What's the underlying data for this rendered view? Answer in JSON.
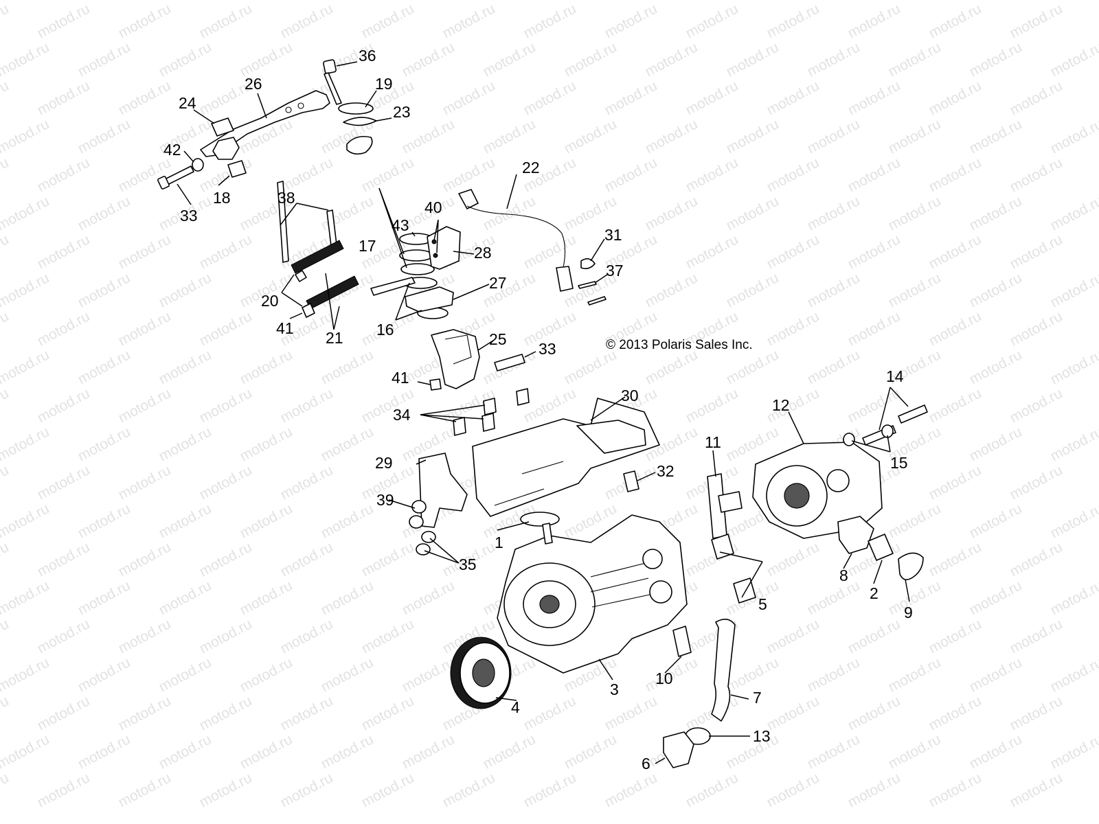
{
  "watermark": "motod.ru",
  "copyright": "© 2013 Polaris Sales Inc.",
  "callouts": {
    "c1": "1",
    "c2": "2",
    "c3": "3",
    "c4": "4",
    "c5": "5",
    "c6": "6",
    "c7": "7",
    "c8": "8",
    "c9": "9",
    "c10": "10",
    "c11": "11",
    "c12": "12",
    "c13": "13",
    "c14": "14",
    "c15": "15",
    "c16": "16",
    "c17": "17",
    "c18": "18",
    "c19": "19",
    "c20": "20",
    "c21": "21",
    "c22": "22",
    "c23": "23",
    "c24": "24",
    "c25": "25",
    "c26": "26",
    "c27": "27",
    "c28": "28",
    "c29": "29",
    "c30": "30",
    "c31": "31",
    "c32": "32",
    "c33a": "33",
    "c33b": "33",
    "c34": "34",
    "c35": "35",
    "c36": "36",
    "c37": "37",
    "c38": "38",
    "c39": "39",
    "c40": "40",
    "c41a": "41",
    "c41b": "41",
    "c42": "42",
    "c43": "43"
  }
}
